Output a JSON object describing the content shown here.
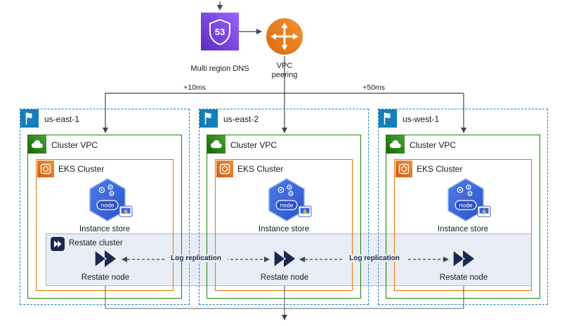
{
  "top": {
    "dns_label": "Multi region DNS",
    "dns_badge": "53",
    "peering_label_1": "VPC",
    "peering_label_2": "peering",
    "latency_left": "+10ms",
    "latency_right": "+50ms"
  },
  "regions": [
    {
      "name": "us-east-1",
      "vpc": "Cluster VPC",
      "eks": "EKS Cluster",
      "node": "node",
      "instance": "Instance store",
      "restate_node": "Restate node"
    },
    {
      "name": "us-east-2",
      "vpc": "Cluster VPC",
      "eks": "EKS Cluster",
      "node": "node",
      "instance": "Instance store",
      "restate_node": "Restate node"
    },
    {
      "name": "us-west-1",
      "vpc": "Cluster VPC",
      "eks": "EKS Cluster",
      "node": "node",
      "instance": "Instance store",
      "restate_node": "Restate node"
    }
  ],
  "restate": {
    "cluster": "Restate cluster",
    "replication": "Log replication"
  },
  "colors": {
    "region_border_blue": "#1A80C4",
    "region_icon_blue": "#147EBA",
    "vpc_green": "#1D8102",
    "eks_orange": "#ED7100",
    "route53_purple": "#8C4FFF",
    "peering_orange": "#ED7100",
    "node_blue": "#3B63E0",
    "restate_navy": "#1B2850",
    "band_fill": "#E8EDF5"
  }
}
